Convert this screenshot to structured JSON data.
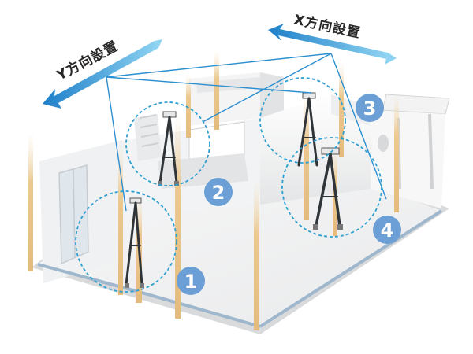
{
  "labels": {
    "x_direction": "X方向設置",
    "y_direction": "Y方向設置"
  },
  "markers": [
    {
      "number": "1"
    },
    {
      "number": "2"
    },
    {
      "number": "3"
    },
    {
      "number": "4"
    }
  ],
  "colors": {
    "marker_fill": "#6b9fd6",
    "dashed_circle": "#2f9fd0",
    "arrow_start": "#1f7fc8",
    "arrow_end": "#8ed3f2",
    "connector_line": "#2c8fd0",
    "post_wood": "#e8c48e",
    "brace_dark": "#2f3438",
    "floor": "#f1f2f3",
    "wall": "#ebeced"
  }
}
